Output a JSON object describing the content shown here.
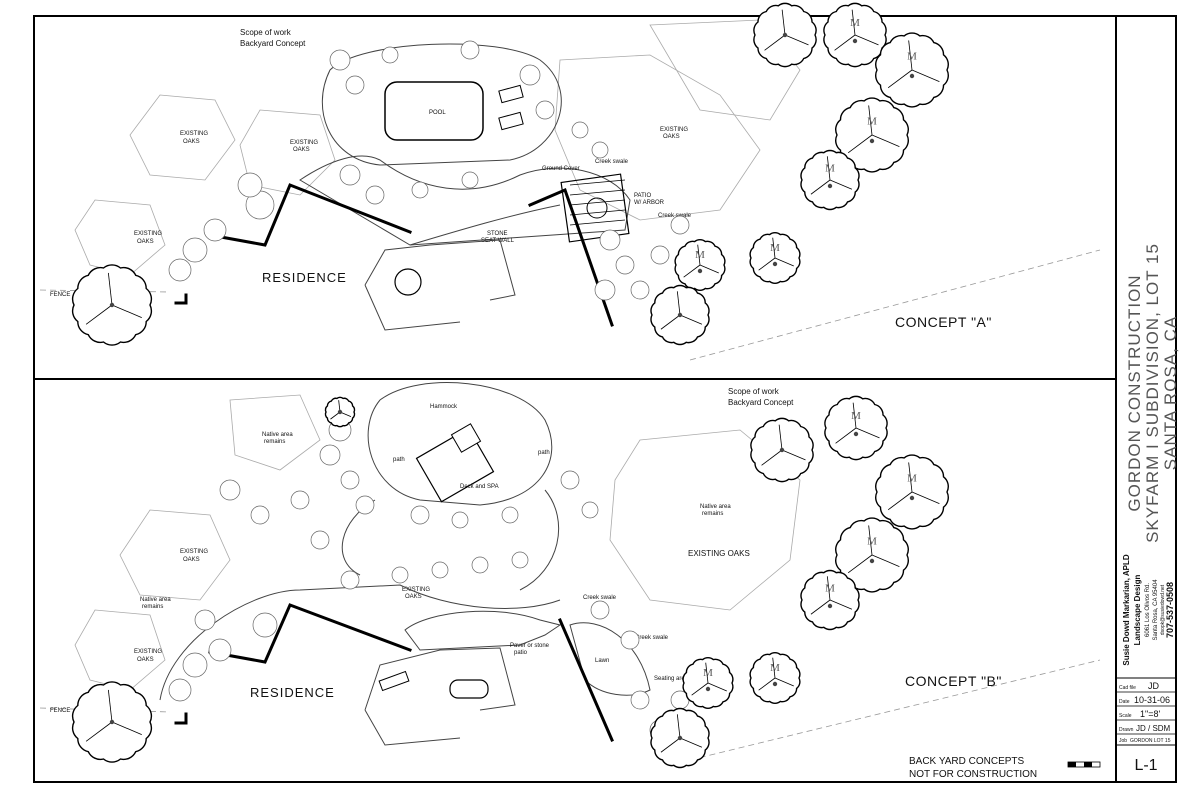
{
  "sheet": {
    "title_block": {
      "company": "GORDON CONSTRUCTION",
      "project": "SKYFARM I SUBDIVISION, LOT 15",
      "location": "SANTA ROSA, CA",
      "designer_name": "Susie Dowd Markarian, APLD",
      "designer_firm": "Landscape Design",
      "designer_address_1": "6061 Los Olivos Rd.",
      "designer_address_2": "Santa Rosa, CA 95404",
      "designer_email": "dsopk@susiedowd.net",
      "designer_phone": "707-537-0508",
      "cad_label": "Cad file",
      "cad_value": "JD",
      "date_label": "Date",
      "date_value": "10-31-06",
      "scale_label": "Scale",
      "scale_value": "1\"=8'",
      "drawn_label": "Drawn",
      "drawn_value": "JD / SDM",
      "job_label": "Job",
      "job_value": "GORDON LOT 15",
      "sheet_number": "L-1"
    },
    "concept_a": {
      "scope_line1": "Scope of work",
      "scope_line2": "Backyard Concept",
      "residence": "RESIDENCE",
      "pool": "POOL",
      "existing_oaks_1": "EXISTING",
      "existing_oaks_2": "OAKS",
      "ground_cover": "Ground Cover",
      "creek_swale": "Creek swale",
      "patio_1": "PATIO",
      "patio_2": "W/ ARBOR",
      "stone_1": "STONE",
      "stone_2": "SEAT WALL",
      "fence": "FENCE",
      "concept_label": "CONCEPT \"A\""
    },
    "concept_b": {
      "scope_line1": "Scope of work",
      "scope_line2": "Backyard Concept",
      "residence": "RESIDENCE",
      "hammock": "Hammock",
      "deck_spa": "Deck and SPA",
      "path": "path",
      "native_1": "Native area",
      "native_2": "remains",
      "existing_oaks_1": "EXISTING",
      "existing_oaks_2": "OAKS",
      "existing_oaks_big": "EXISTING OAKS",
      "creek_swale": "Creek swale",
      "paver_1": "Paver or stone",
      "paver_2": "patio",
      "lawn": "Lawn",
      "seating": "Seating area",
      "fence": "FENCE",
      "concept_label": "CONCEPT \"B\""
    },
    "notes": {
      "line1": "BACK YARD CONCEPTS",
      "line2": "NOT FOR CONSTRUCTION"
    },
    "tree_mark": "M"
  }
}
